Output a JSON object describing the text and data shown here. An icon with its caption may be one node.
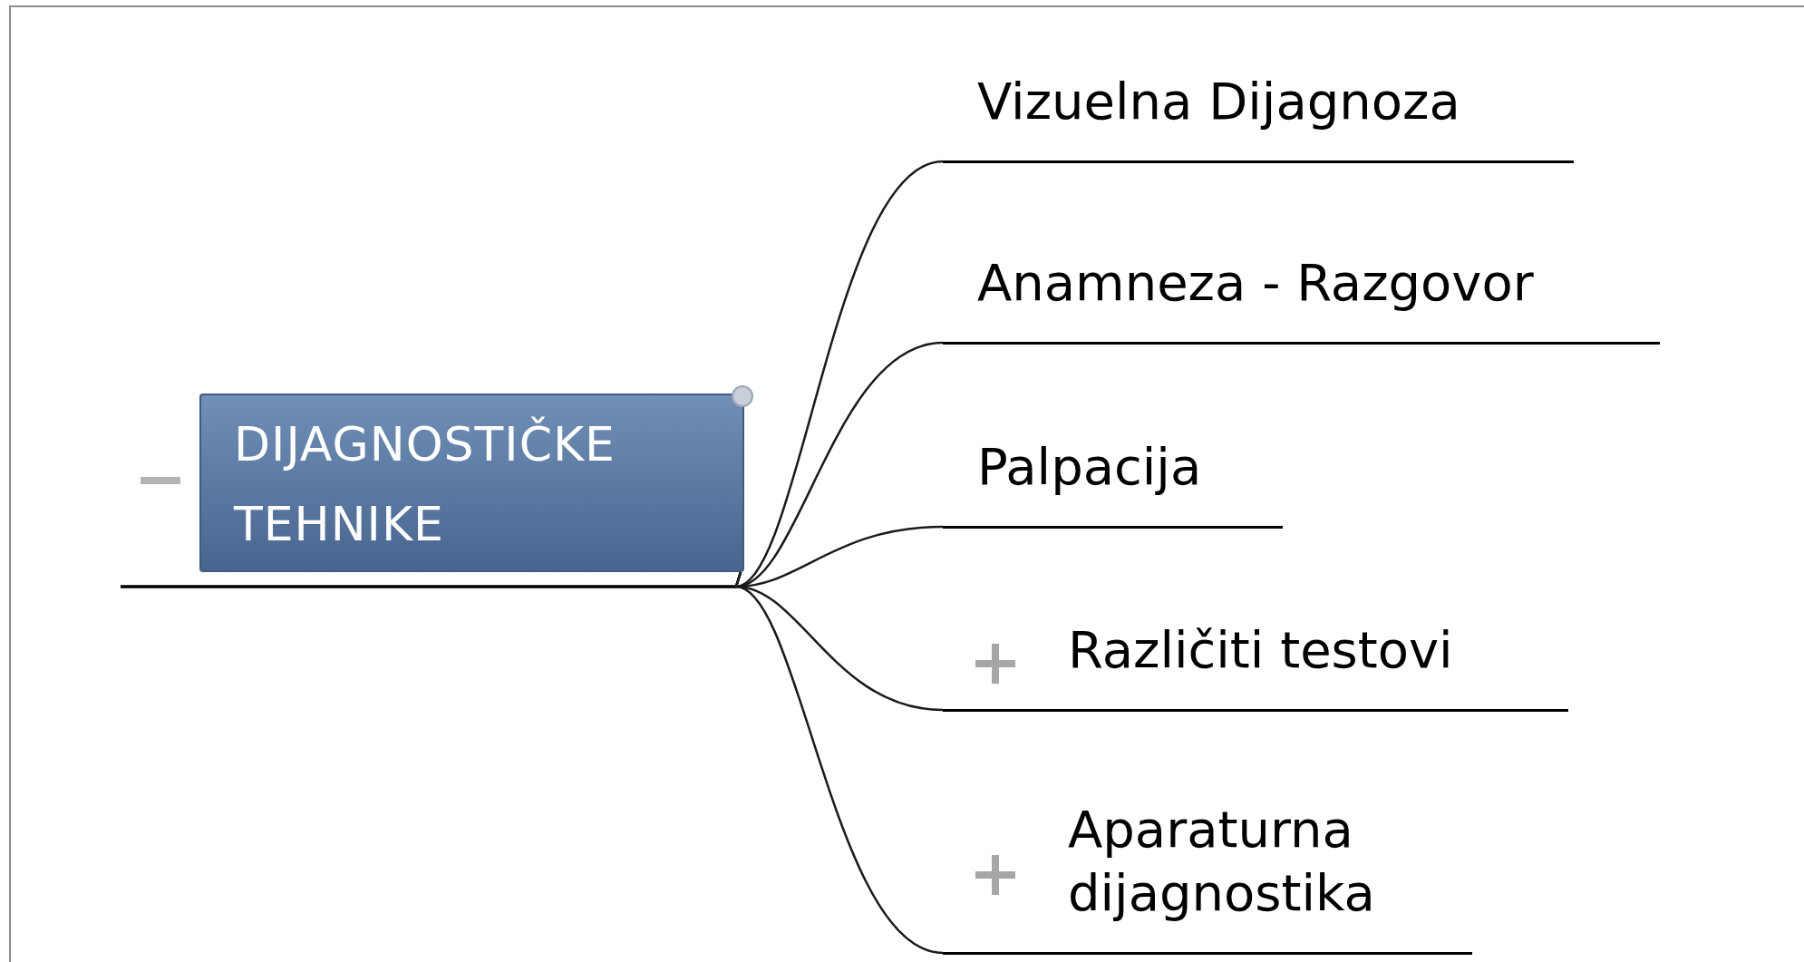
{
  "diagram": {
    "nodes": [
      {
        "text": [
          "DIJAGNOSTIČKE TEHNIKE"
        ]
      },
      {
        "text": [
          "Vizuelna Dijagnoza"
        ]
      },
      {
        "text": [
          "Anamneza - Razgovor"
        ]
      },
      {
        "text": [
          "Palpacija"
        ]
      },
      {
        "text": [
          "Različiti testovi"
        ]
      },
      {
        "text": [
          "Aparaturna dijagnostika"
        ]
      }
    ],
    "edges": [
      {
        "from": 0,
        "to": 1,
        "arrow": "none"
      },
      {
        "from": 0,
        "to": 2,
        "arrow": "none"
      },
      {
        "from": 0,
        "to": 3,
        "arrow": "none"
      },
      {
        "from": 0,
        "to": 4,
        "arrow": "none"
      },
      {
        "from": 0,
        "to": 5,
        "arrow": "none"
      }
    ]
  }
}
